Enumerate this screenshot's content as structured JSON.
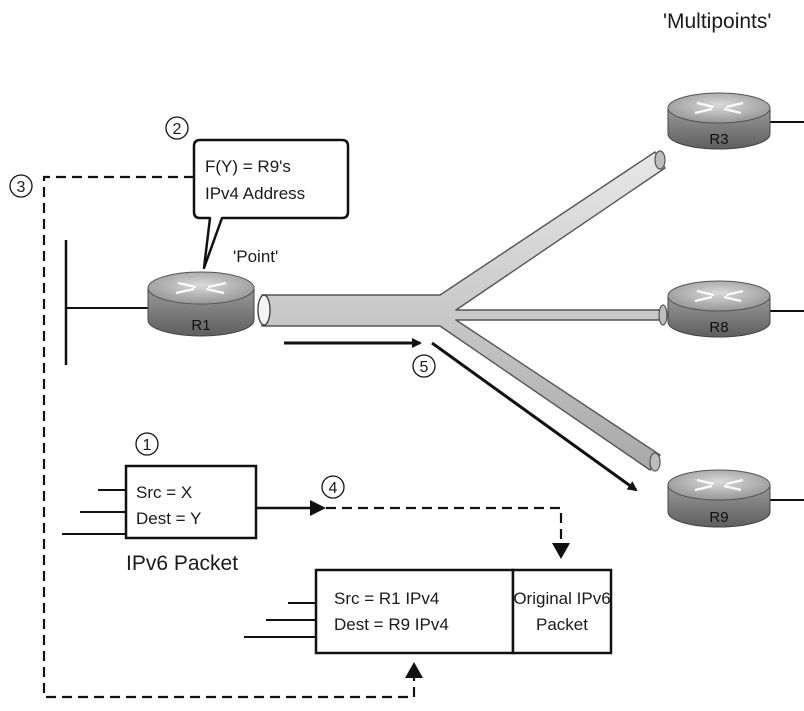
{
  "labels": {
    "multipoints": "'Multipoints'",
    "point": "'Point'"
  },
  "callout": {
    "line1": "F(Y) = R9's",
    "line2": "IPv4 Address"
  },
  "routers": {
    "r1": "R1",
    "r3": "R3",
    "r8": "R8",
    "r9": "R9"
  },
  "steps": {
    "s1": "1",
    "s2": "2",
    "s3": "3",
    "s4": "4",
    "s5": "5"
  },
  "ipv6_packet": {
    "src": "Src = X",
    "dest": "Dest = Y",
    "caption": "IPv6 Packet"
  },
  "ipv4_packet": {
    "src": "Src = R1 IPv4",
    "dest": "Dest = R9 IPv4",
    "payload_line1": "Original IPv6",
    "payload_line2": "Packet"
  }
}
